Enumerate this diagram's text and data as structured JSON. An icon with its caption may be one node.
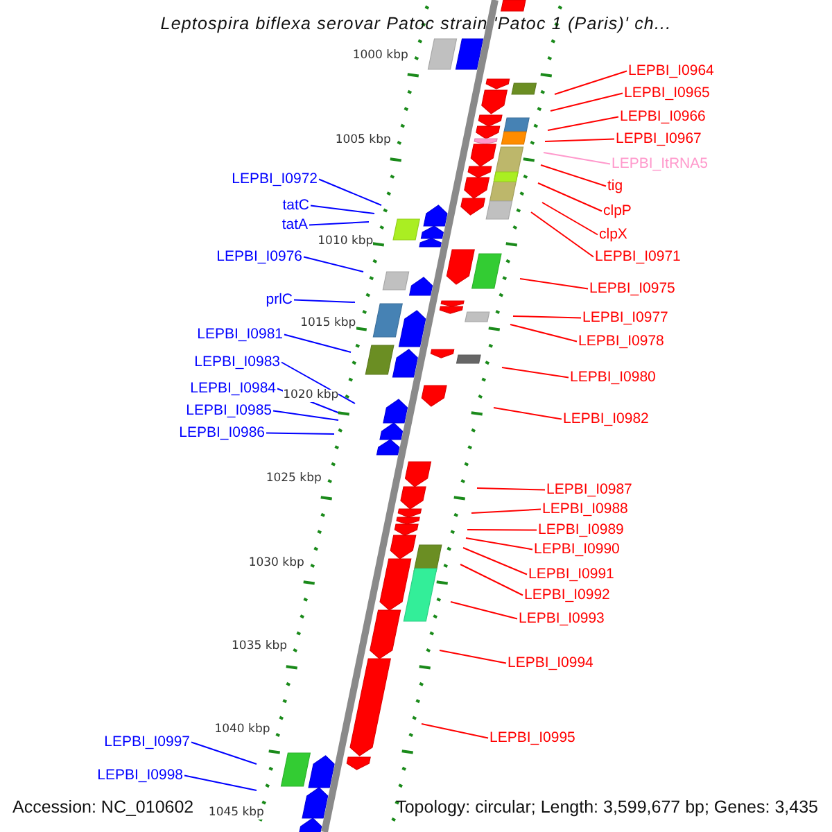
{
  "diagram": {
    "title": "Leptospira biflexa serovar Patoc strain 'Patoc 1 (Paris)' ch...",
    "nodes": [
      {
        "text": [
          "LEPBI_I0964"
        ]
      },
      {
        "text": [
          "LEPBI_I0965"
        ]
      },
      {
        "text": [
          "LEPBI_I0966"
        ]
      },
      {
        "text": [
          "LEPBI_I0967"
        ]
      },
      {
        "text": [
          "LEPBI_ItRNA5"
        ]
      },
      {
        "text": [
          "LEPBI_I0972"
        ]
      },
      {
        "text": [
          "tig"
        ]
      },
      {
        "text": [
          "tatC"
        ]
      },
      {
        "text": [
          "clpP"
        ]
      },
      {
        "text": [
          "tatA"
        ]
      },
      {
        "text": [
          "clpX"
        ]
      },
      {
        "text": [
          "LEPBI_I0971"
        ]
      },
      {
        "text": [
          "LEPBI_I0976"
        ]
      },
      {
        "text": [
          "LEPBI_I0975"
        ]
      },
      {
        "text": [
          "prlC"
        ]
      },
      {
        "text": [
          "LEPBI_I0977"
        ]
      },
      {
        "text": [
          "LEPBI_I0981"
        ]
      },
      {
        "text": [
          "LEPBI_I0978"
        ]
      },
      {
        "text": [
          "LEPBI_I0983"
        ]
      },
      {
        "text": [
          "LEPBI_I0980"
        ]
      },
      {
        "text": [
          "LEPBI_I0984"
        ]
      },
      {
        "text": [
          "LEPBI_I0985"
        ]
      },
      {
        "text": [
          "LEPBI_I0982"
        ]
      },
      {
        "text": [
          "LEPBI_I0986"
        ]
      },
      {
        "text": [
          "LEPBI_I0987"
        ]
      },
      {
        "text": [
          "LEPBI_I0988"
        ]
      },
      {
        "text": [
          "LEPBI_I0989"
        ]
      },
      {
        "text": [
          "LEPBI_I0990"
        ]
      },
      {
        "text": [
          "LEPBI_I0991"
        ]
      },
      {
        "text": [
          "LEPBI_I0992"
        ]
      },
      {
        "text": [
          "LEPBI_I0993"
        ]
      },
      {
        "text": [
          "LEPBI_I0994"
        ]
      },
      {
        "text": [
          "LEPBI_I0995"
        ]
      },
      {
        "text": [
          "LEPBI_I0997"
        ]
      },
      {
        "text": [
          "LEPBI_I0998"
        ]
      }
    ],
    "edges": [
      {
        "from": 0,
        "to": null,
        "arrow": "none"
      },
      {
        "from": 1,
        "to": null,
        "arrow": "none"
      },
      {
        "from": 2,
        "to": null,
        "arrow": "none"
      },
      {
        "from": 3,
        "to": null,
        "arrow": "none"
      },
      {
        "from": 4,
        "to": null,
        "arrow": "none",
        "color": "#ff99cc"
      },
      {
        "from": 5,
        "to": null,
        "arrow": "none",
        "color": "#0000ff"
      },
      {
        "from": 6,
        "to": null,
        "arrow": "none"
      },
      {
        "from": 7,
        "to": null,
        "arrow": "none",
        "color": "#0000ff"
      },
      {
        "from": 8,
        "to": null,
        "arrow": "none"
      },
      {
        "from": 9,
        "to": null,
        "arrow": "none",
        "color": "#0000ff"
      },
      {
        "from": 10,
        "to": null,
        "arrow": "none"
      },
      {
        "from": 11,
        "to": null,
        "arrow": "none"
      },
      {
        "from": 12,
        "to": null,
        "arrow": "none",
        "color": "#0000ff"
      },
      {
        "from": 13,
        "to": null,
        "arrow": "none"
      },
      {
        "from": 14,
        "to": null,
        "arrow": "none",
        "color": "#0000ff"
      },
      {
        "from": 15,
        "to": null,
        "arrow": "none"
      },
      {
        "from": 16,
        "to": null,
        "arrow": "none",
        "color": "#0000ff"
      },
      {
        "from": 17,
        "to": null,
        "arrow": "none"
      },
      {
        "from": 18,
        "to": null,
        "arrow": "none",
        "color": "#0000ff"
      },
      {
        "from": 19,
        "to": null,
        "arrow": "none"
      },
      {
        "from": 20,
        "to": null,
        "arrow": "none",
        "color": "#0000ff"
      },
      {
        "from": 21,
        "to": null,
        "arrow": "none",
        "color": "#0000ff"
      },
      {
        "from": 22,
        "to": null,
        "arrow": "none"
      },
      {
        "from": 23,
        "to": null,
        "arrow": "none",
        "color": "#0000ff"
      },
      {
        "from": 24,
        "to": null,
        "arrow": "none"
      },
      {
        "from": 25,
        "to": null,
        "arrow": "none"
      },
      {
        "from": 26,
        "to": null,
        "arrow": "none"
      },
      {
        "from": 27,
        "to": null,
        "arrow": "none"
      },
      {
        "from": 28,
        "to": null,
        "arrow": "none"
      },
      {
        "from": 29,
        "to": null,
        "arrow": "none"
      },
      {
        "from": 30,
        "to": null,
        "arrow": "none"
      },
      {
        "from": 31,
        "to": null,
        "arrow": "none"
      },
      {
        "from": 32,
        "to": null,
        "arrow": "none"
      },
      {
        "from": 33,
        "to": null,
        "arrow": "none",
        "color": "#0000ff"
      },
      {
        "from": 34,
        "to": null,
        "arrow": "none",
        "color": "#0000ff"
      }
    ],
    "labels": [
      "1000 kbp",
      "1005 kbp",
      "1010 kbp",
      "1015 kbp",
      "1020 kbp",
      "1025 kbp",
      "1030 kbp",
      "1035 kbp",
      "1040 kbp",
      "1045 kbp",
      "Accession: NC_010602",
      "Topology: circular; Length: 3,599,677 bp; Genes: 3,435"
    ]
  }
}
